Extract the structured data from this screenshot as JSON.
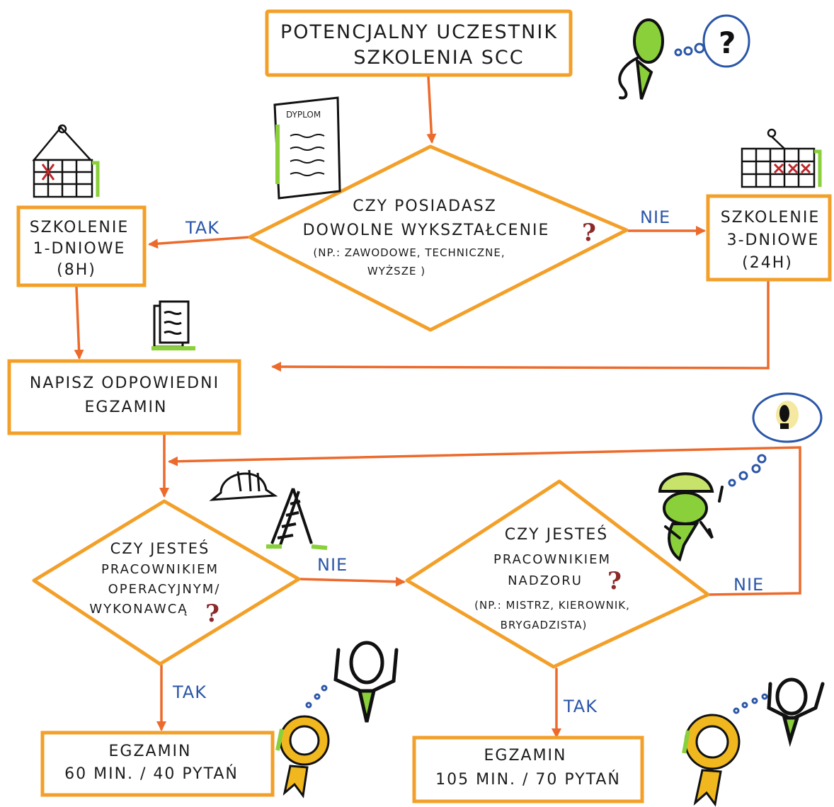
{
  "colors": {
    "box_border": "#f3a02a",
    "arrow": "#ec6a2c",
    "edge_label": "#2b56a8",
    "question_mark": "#8c2a2a",
    "highlight": "#8ad03a",
    "badge": "#f0b81e",
    "ink": "#1c1c1c"
  },
  "nodes": {
    "start": {
      "line1": "POTENCJALNY UCZESTNIK",
      "line2": "SZKOLENIA SCC"
    },
    "q_education": {
      "line1": "CZY POSIADASZ",
      "line2": "DOWOLNE WYKSZTAŁCENIE",
      "qmark": "?",
      "line3": "(NP.: ZAWODOWE, TECHNICZNE,",
      "line4": "WYŻSZE )"
    },
    "training_1day": {
      "line1": "SZKOLENIE",
      "line2": "1-DNIOWE",
      "line3": "(8H)"
    },
    "training_3day": {
      "line1": "SZKOLENIE",
      "line2": "3-DNIOWE",
      "line3": "(24H)"
    },
    "exam": {
      "line1": "NAPISZ ODPOWIEDNI",
      "line2": "EGZAMIN"
    },
    "q_operational": {
      "line1": "CZY JESTEŚ",
      "line2": "PRACOWNIKIEM",
      "line3": "OPERACYJNYM/",
      "line4": "WYKONAWCĄ",
      "qmark": "?"
    },
    "q_supervision": {
      "line1": "CZY JESTEŚ",
      "line2": "PRACOWNIKIEM",
      "line3": "NADZORU",
      "qmark": "?",
      "line4": "(NP.: MISTRZ, KIEROWNIK,",
      "line5": "BRYGADZISTA)"
    },
    "exam_60": {
      "line1": "EGZAMIN",
      "line2": "60 MIN. / 40 PYTAŃ"
    },
    "exam_105": {
      "line1": "EGZAMIN",
      "line2": "105 MIN. / 70 PYTAŃ"
    }
  },
  "edges": {
    "tak_1day": "TAK",
    "nie_3day": "NIE",
    "nie_supervision": "NIE",
    "nie_loop": "NIE",
    "tak_exam60": "TAK",
    "tak_exam105": "TAK"
  },
  "icons": {
    "diploma": {
      "name": "diploma-icon",
      "text": "DYPLOM"
    },
    "question_bubble": {
      "name": "question-bubble-icon",
      "text": "?"
    },
    "calendar_1day": {
      "name": "calendar-icon"
    },
    "calendar_3day": {
      "name": "calendar-icon"
    },
    "exam_sheets": {
      "name": "exam-sheets-icon"
    },
    "lightbulb": {
      "name": "lightbulb-icon"
    },
    "hardhat": {
      "name": "hardhat-icon"
    },
    "ladder": {
      "name": "ladder-icon"
    },
    "worker": {
      "name": "worker-hardhat-icon"
    },
    "winner_person": {
      "name": "cheering-person-icon"
    },
    "award": {
      "name": "award-rosette-icon"
    }
  }
}
